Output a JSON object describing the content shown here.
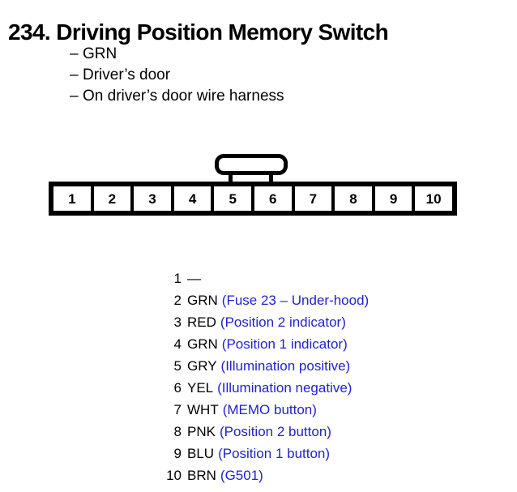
{
  "header": {
    "title": "234. Driving Position Memory Switch",
    "spec_items": [
      {
        "dash": "–",
        "text": "GRN"
      },
      {
        "dash": "–",
        "text": "Driver’s door"
      },
      {
        "dash": "–",
        "text": "On driver’s door wire harness"
      }
    ]
  },
  "connector": {
    "pin_labels": [
      "1",
      "2",
      "3",
      "4",
      "5",
      "6",
      "7",
      "8",
      "9",
      "10"
    ],
    "latch_spans_pins": "5-6",
    "outline_color": "#000000",
    "cell_fill": "#ffffff"
  },
  "pin_list": {
    "description_color": "#2222cc",
    "rows": [
      {
        "num": "1",
        "wire": "—",
        "desc": ""
      },
      {
        "num": "2",
        "wire": "GRN",
        "desc": "(Fuse 23 – Under-hood)"
      },
      {
        "num": "3",
        "wire": "RED",
        "desc": "(Position 2 indicator)"
      },
      {
        "num": "4",
        "wire": "GRN",
        "desc": "(Position 1 indicator)"
      },
      {
        "num": "5",
        "wire": "GRY",
        "desc": "(Illumination positive)"
      },
      {
        "num": "6",
        "wire": "YEL",
        "desc": "(Illumination negative)"
      },
      {
        "num": "7",
        "wire": "WHT",
        "desc": "(MEMO button)"
      },
      {
        "num": "8",
        "wire": "PNK",
        "desc": "(Position 2 button)"
      },
      {
        "num": "9",
        "wire": "BLU",
        "desc": "(Position 1 button)"
      },
      {
        "num": "10",
        "wire": "BRN",
        "desc": "(G501)"
      }
    ]
  }
}
